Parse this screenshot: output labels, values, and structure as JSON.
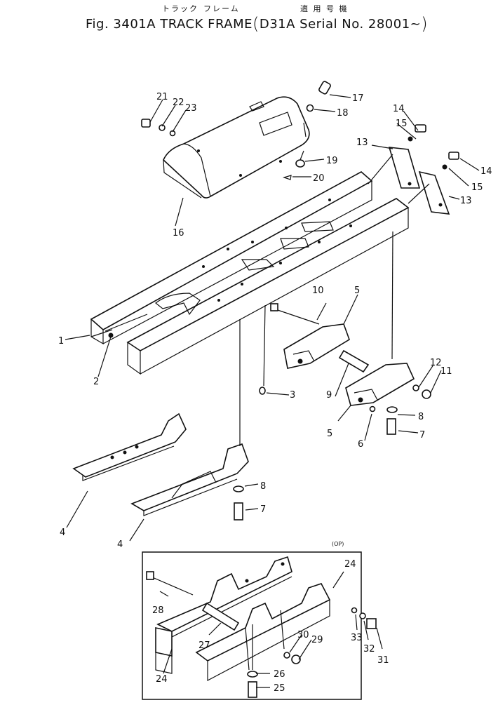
{
  "header": {
    "kana_a": "トラック",
    "kana_b": "フレーム",
    "kanji": "適 用 号 機",
    "title": "Fig. 3401A  TRACK FRAME",
    "applicability": "D31A  Serial  No.  28001~"
  },
  "option_label": "(OP)",
  "callouts": {
    "c1": "1",
    "c2": "2",
    "c3": "3",
    "c4a": "4",
    "c4b": "4",
    "c5a": "5",
    "c5b": "5",
    "c6": "6",
    "c7a": "7",
    "c7b": "7",
    "c8a": "8",
    "c8b": "8",
    "c9": "9",
    "c10": "10",
    "c11": "11",
    "c12": "12",
    "c13a": "13",
    "c13b": "13",
    "c14a": "14",
    "c14b": "14",
    "c15a": "15",
    "c15b": "15",
    "c16": "16",
    "c17": "17",
    "c18": "18",
    "c19": "19",
    "c20": "20",
    "c21": "21",
    "c22": "22",
    "c23": "23",
    "c24a": "24",
    "c24b": "24",
    "c25": "25",
    "c26": "26",
    "c27": "27",
    "c28": "28",
    "c29": "29",
    "c30": "30",
    "c31": "31",
    "c32": "32",
    "c33": "33"
  }
}
